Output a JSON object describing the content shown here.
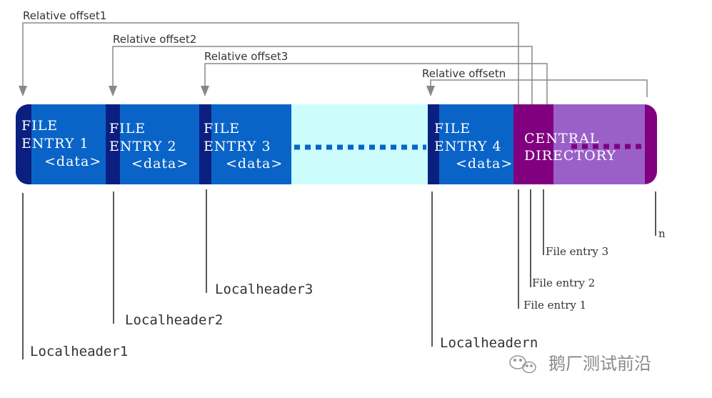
{
  "offsets": {
    "o1": "Relative offset1",
    "o2": "Relative offset2",
    "o3": "Relative offset3",
    "on": "Relative offsetn"
  },
  "entries": {
    "e1": {
      "line1": "FILE",
      "line2": "ENTRY 1",
      "line3": "<data>"
    },
    "e2": {
      "line1": "FILE",
      "line2": "ENTRY 2",
      "line3": "<data>"
    },
    "e3": {
      "line1": "FILE",
      "line2": "ENTRY 3",
      "line3": "<data>"
    },
    "e4": {
      "line1": "FILE",
      "line2": "ENTRY 4",
      "line3": "<data>"
    }
  },
  "central_directory": {
    "line1": "CENTRAL",
    "line2": "DIRECTORY"
  },
  "local_headers": {
    "h1": "Localheader1",
    "h2": "Localheader2",
    "h3": "Localheader3",
    "hn": "Localheadern"
  },
  "directory_entries": {
    "d1": "File entry 1",
    "d2": "File entry 2",
    "d3": "File entry 3",
    "dn": "n"
  },
  "watermark": "鹅厂测试前沿",
  "colors": {
    "file_entry_blue": "#0a64c8",
    "header_navy": "#0b1f80",
    "gap_cyan": "#ccfcfc",
    "central_dark": "#800080",
    "central_light": "#9a60c8",
    "line_gray": "#888888"
  }
}
